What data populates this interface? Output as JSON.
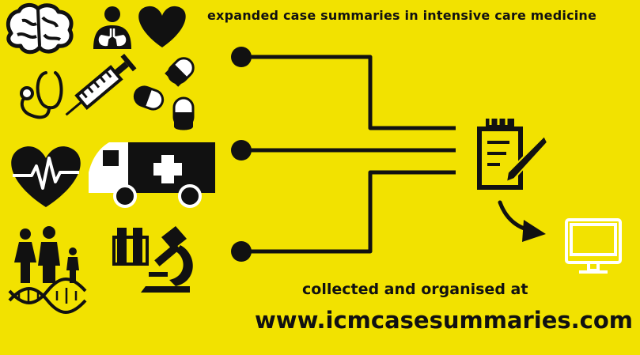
{
  "texts": {
    "headline": "expanded case summaries in intensive care medicine",
    "tagline": "collected and organised at",
    "website": "www.icmcasesummaries.com"
  },
  "colors": {
    "background": "#f2e200",
    "ink": "#111111",
    "accent_white": "#ffffff"
  },
  "icons": [
    "brain-icon",
    "lungs-icon",
    "heart-icon",
    "stethoscope-icon",
    "syringe-icon",
    "pills-icon",
    "heartbeat-icon",
    "ambulance-icon",
    "family-icon",
    "dna-icon",
    "test-tubes-icon",
    "microscope-icon",
    "clipboard-pencil-icon",
    "arrow-icon",
    "monitor-icon"
  ]
}
